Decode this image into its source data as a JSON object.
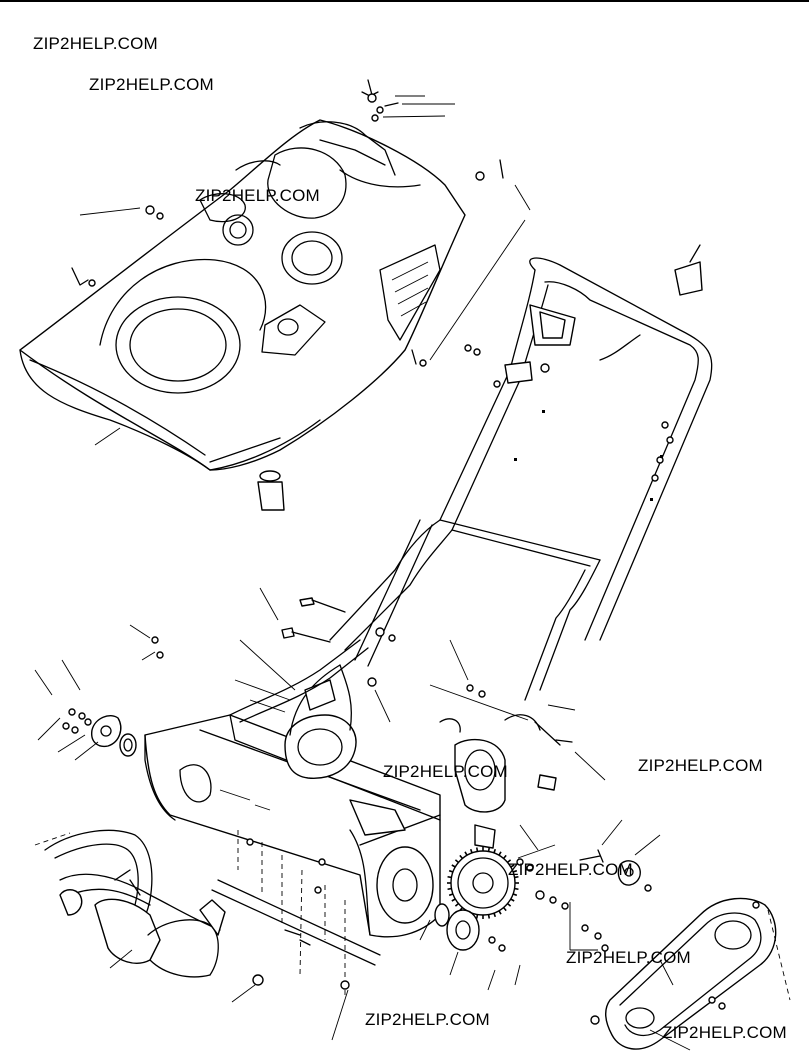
{
  "watermarks": [
    "ZIP2HELP.COM",
    "ZIP2HELP.COM",
    "ZIP2HELP.COM",
    "ZIP2HELP.COM",
    "ZIP2HELP.COM",
    "ZIP2HELP.COM",
    "ZIP2HELP.COM",
    "ZIP2HELP.COM",
    "ZIP2HELP.COM"
  ]
}
